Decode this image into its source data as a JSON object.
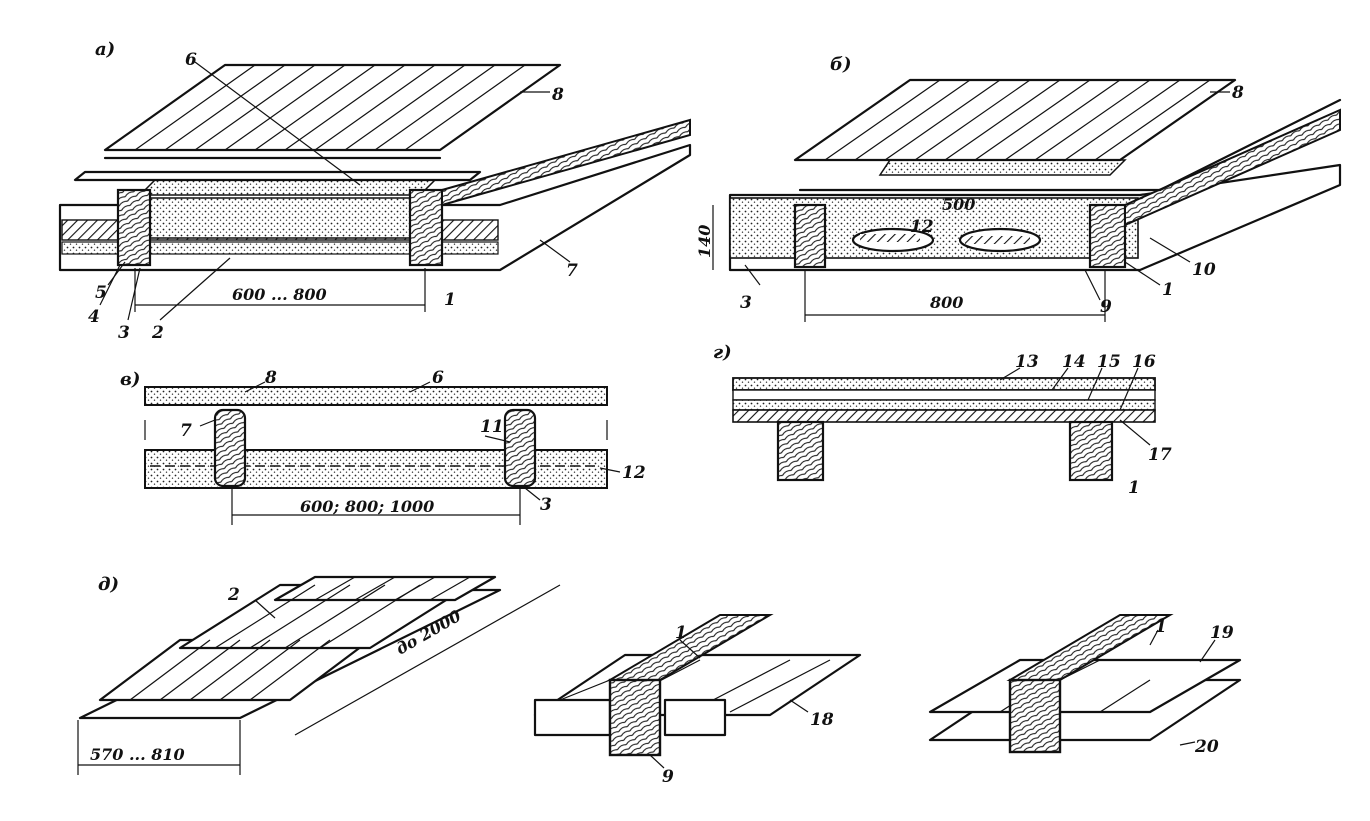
{
  "panels": {
    "a": "а)",
    "b": "б)",
    "v": "в)",
    "g": "г)",
    "d": "д)"
  },
  "dimensions": {
    "a_span": "600 ... 800",
    "b_span": "800",
    "b_height": "140",
    "b_inner": "500",
    "v_span": "600; 800; 1000",
    "d_width": "570 ... 810",
    "d_length": "до 2000"
  },
  "labels": {
    "a": [
      "6",
      "8",
      "7",
      "5",
      "4",
      "3",
      "2",
      "1"
    ],
    "b": [
      "8",
      "12",
      "10",
      "1",
      "9",
      "3"
    ],
    "v": [
      "8",
      "6",
      "7",
      "11",
      "12",
      "3"
    ],
    "g": [
      "13",
      "14",
      "15",
      "16",
      "17",
      "1"
    ],
    "d": [
      "2"
    ],
    "e": [
      "1",
      "18",
      "9"
    ],
    "f": [
      "1",
      "19",
      "20"
    ]
  },
  "colors": {
    "ink": "#111111",
    "paper": "#ffffff"
  }
}
